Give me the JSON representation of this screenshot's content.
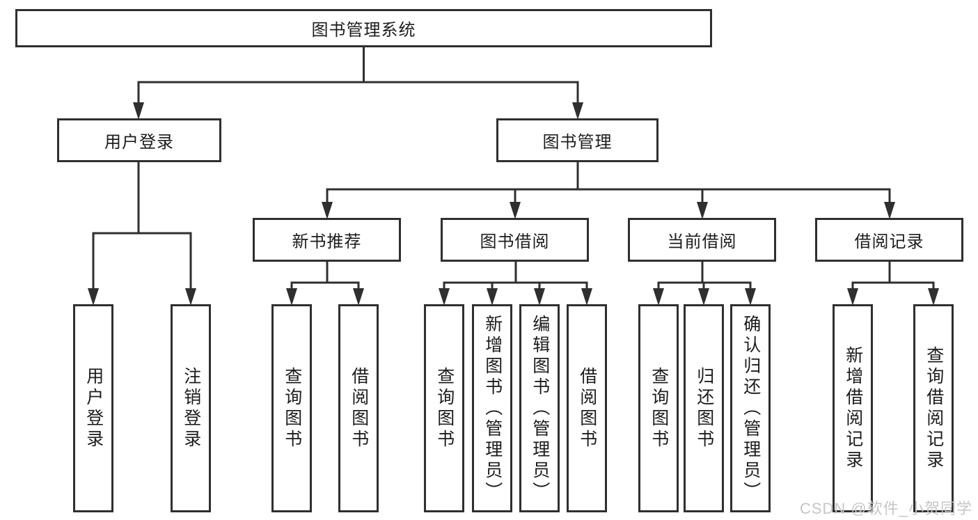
{
  "diagram": {
    "root": "图书管理系统",
    "level2": {
      "user_login": "用户登录",
      "book_mgmt": "图书管理"
    },
    "level3": {
      "new_book_rec": "新书推荐",
      "book_borrow": "图书借阅",
      "current_borrow": "当前借阅",
      "borrow_record": "借阅记录"
    },
    "children": {
      "user_login": [
        "用户登录",
        "注销登录"
      ],
      "new_book_rec": [
        "查询图书",
        "借阅图书"
      ],
      "book_borrow": [
        "查询图书",
        "新增图书（管理员）",
        "编辑图书（管理员）",
        "借阅图书"
      ],
      "current_borrow": [
        "查询图书",
        "归还图书",
        "确认归还（管理员）"
      ],
      "borrow_record": [
        "新增借阅记录",
        "查询借阅记录"
      ]
    }
  },
  "watermark": "CSDN @软件_小贺同学",
  "colors": {
    "line": "#2f2f2f",
    "text": "#1c1c1c",
    "watermark": "#c6c6c6",
    "background": "#ffffff"
  }
}
